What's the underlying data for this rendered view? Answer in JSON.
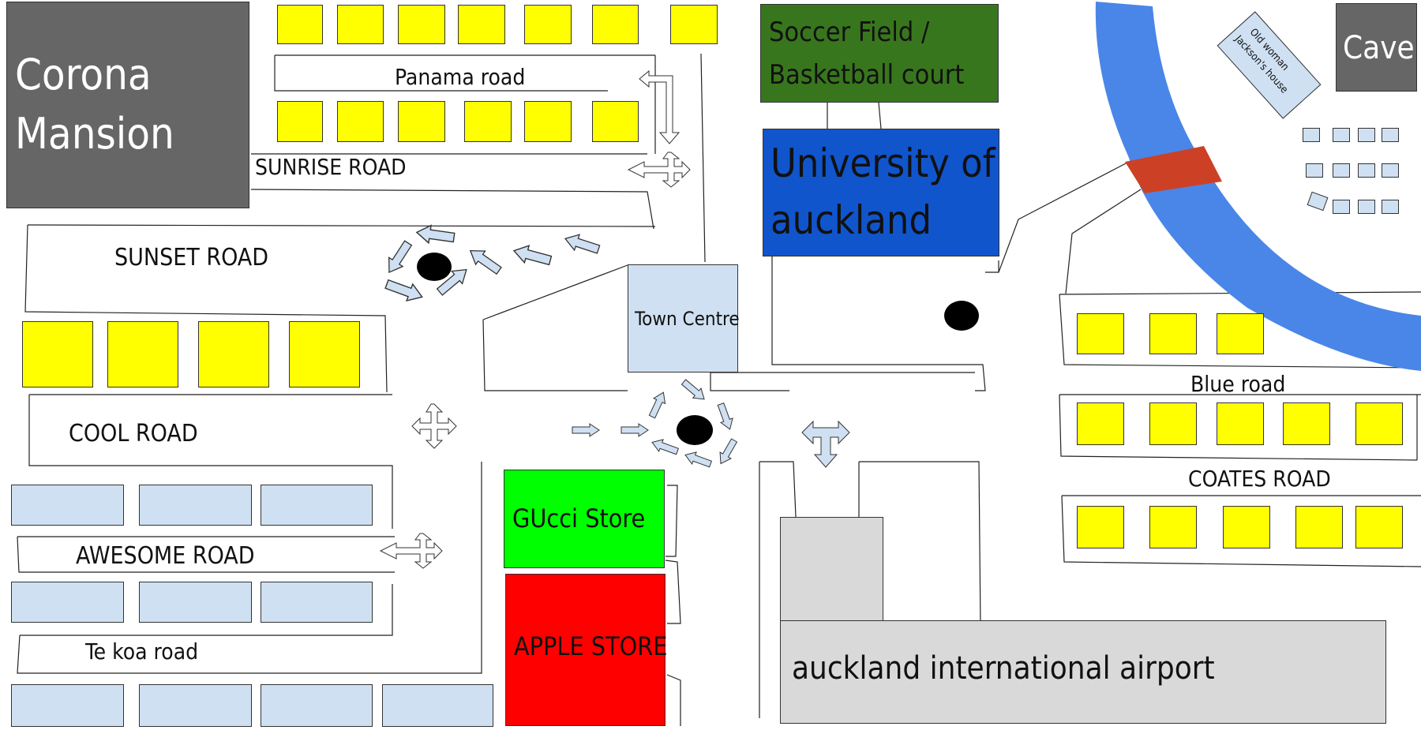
{
  "labels": {
    "corona_mansion_line1": "Corona",
    "corona_mansion_line2": "Mansion",
    "panama_road": "Panama road",
    "sunrise_road": "SUNRISE ROAD",
    "sunset_road": "SUNSET ROAD",
    "cool_road": "COOL ROAD",
    "awesome_road": "AWESOME ROAD",
    "te_koa_road": "Te koa road",
    "soccer_field_line1": "Soccer Field /",
    "soccer_field_line2": "Basketball court",
    "university_line1": "University of",
    "university_line2": "auckland",
    "town_centre": "Town Centre",
    "gucci_store": "GUcci Store",
    "apple_store": "APPLE STORE",
    "airport": "auckland international airport",
    "cave": "Cave",
    "old_woman_line1": "Old woman",
    "old_woman_line2": "Jackson's house",
    "blue_road": "Blue road",
    "coates_road": "COATES ROAD"
  },
  "colors": {
    "house_yellow": "#ffff00",
    "house_light_blue": "#cfe0f2",
    "mansion_gray": "#666666",
    "soccer_green": "#38761d",
    "university_blue": "#1155cc",
    "gucci_green": "#00ff00",
    "apple_red": "#ff0000",
    "airport_gray": "#d9d9d9",
    "river_blue": "#4a86e8",
    "bridge_red": "#cc4125",
    "roundabout_black": "#000000"
  },
  "icons": [
    "roundabout-icon",
    "arrow-icon",
    "four-way-arrow-icon",
    "three-way-arrow-icon",
    "river-icon",
    "bridge-icon"
  ]
}
